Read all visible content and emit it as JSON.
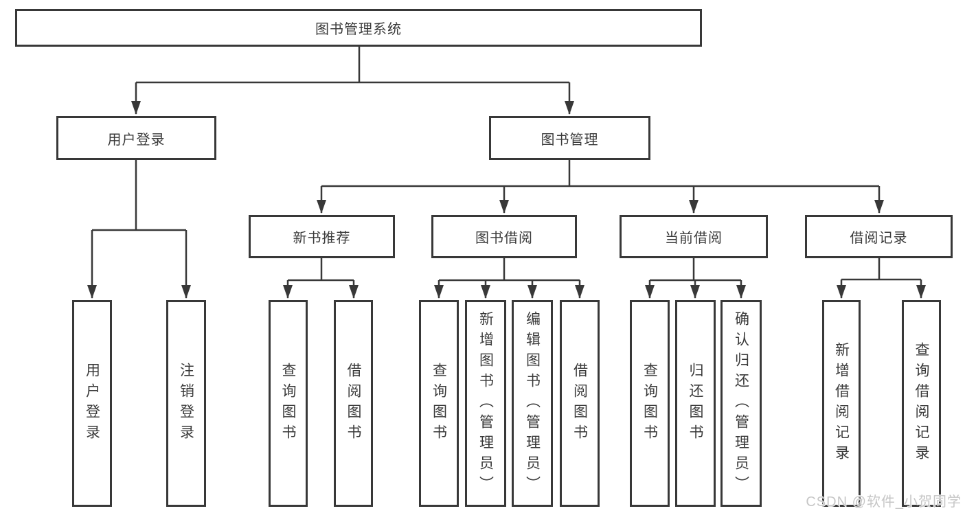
{
  "diagram": {
    "title": "图书管理系统",
    "branches": [
      {
        "label": "用户登录",
        "children": [
          "用户登录",
          "注销登录"
        ]
      },
      {
        "label": "图书管理",
        "children": [
          {
            "label": "新书推荐",
            "children": [
              "查询图书",
              "借阅图书"
            ]
          },
          {
            "label": "图书借阅",
            "children": [
              "查询图书",
              "新增图书（管理员）",
              "编辑图书（管理员）",
              "借阅图书"
            ]
          },
          {
            "label": "当前借阅",
            "children": [
              "查询图书",
              "归还图书",
              "确认归还（管理员）"
            ]
          },
          {
            "label": "借阅记录",
            "children": [
              "新增借阅记录",
              "查询借阅记录"
            ]
          }
        ]
      }
    ]
  },
  "watermark": {
    "text": "CSDN @软件_小贺同学"
  },
  "colors": {
    "line": "#383838",
    "text": "#3a3a3a",
    "background": "#ffffff",
    "watermark": "#c6c6c6"
  }
}
